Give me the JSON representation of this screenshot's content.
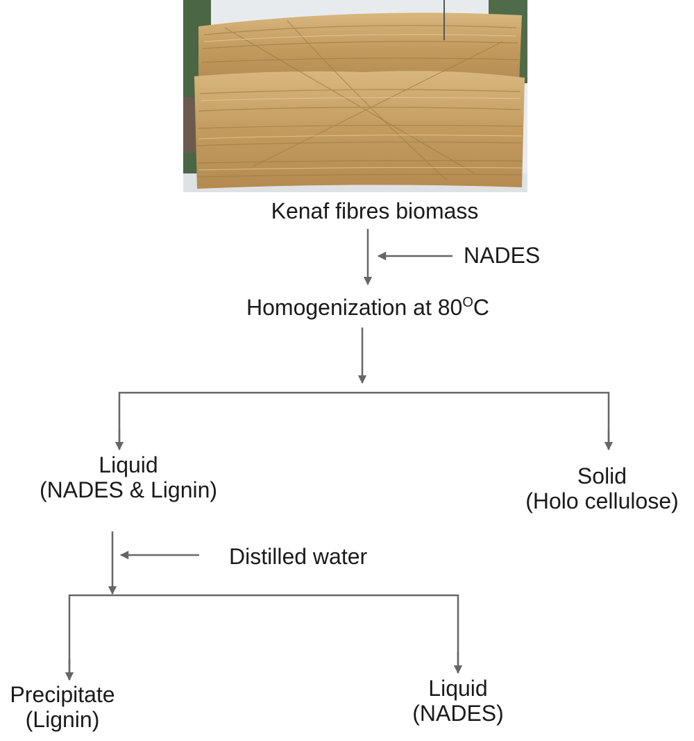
{
  "image": {
    "subject": "kenaf-fibre-bundle-photo",
    "colors": {
      "fibre": "#c9a46a",
      "fibre_dark": "#9c7a44",
      "sky": "#e9ecef",
      "foliage": "#4d6a46"
    }
  },
  "nodes": {
    "biomass": "Kenaf fibres biomass",
    "nades_in": "NADES",
    "homogenization_text": "Homogenization at 80",
    "homogenization_deg": "O",
    "homogenization_unit": "C",
    "liquid1_line1": "Liquid",
    "liquid1_line2": "(NADES & Lignin)",
    "solid_line1": "Solid",
    "solid_line2": "(Holo cellulose)",
    "water_in": "Distilled water",
    "precipitate_line1": "Precipitate",
    "precipitate_line2": "(Lignin)",
    "liquid2_line1": "Liquid",
    "liquid2_line2": "(NADES)"
  },
  "style": {
    "arrow_color": "#666666",
    "text_color": "#1a1a1a"
  }
}
